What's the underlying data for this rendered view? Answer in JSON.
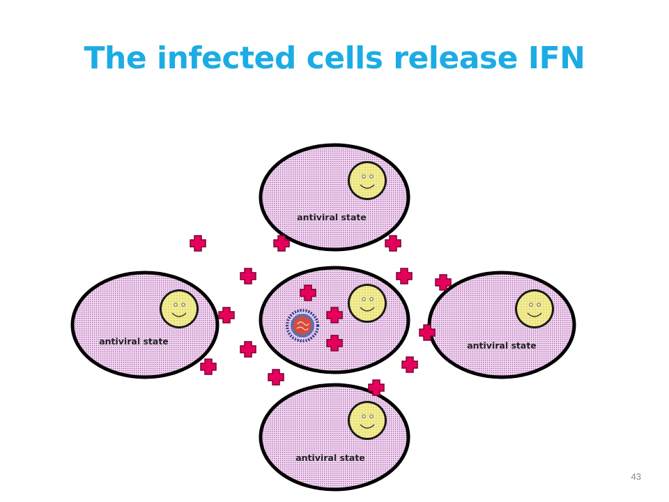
{
  "title": "The infected cells release IFN",
  "cell_label": "antiviral state",
  "page_number": "43",
  "colors": {
    "title": "#1cace4",
    "cell_fill": "#f2d2f2",
    "cell_outline": "#000000",
    "nucleus_fill": "#f2eb88",
    "ifn_marker": "#e6005c",
    "virus": "#c0392b",
    "virus_spikes": "#223a8a"
  },
  "icons": {
    "nucleus": "smiley-face",
    "interferon": "plus-cross",
    "virus": "spiked-virus"
  }
}
